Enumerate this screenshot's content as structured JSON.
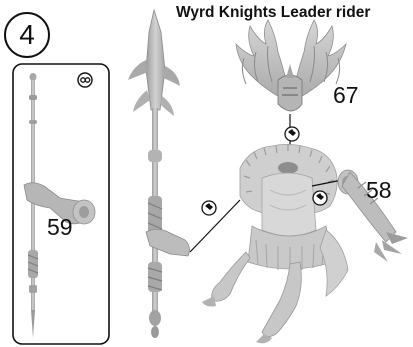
{
  "step": {
    "number": "4"
  },
  "title": "Wyrd Knights Leader rider",
  "parts": {
    "spear_in_box": "59",
    "head_wings": "67",
    "arm": "58"
  },
  "icons": {
    "clip_icon": "sprue-clip-icon",
    "glue_icon": "glue-icon"
  },
  "colors": {
    "model_grey": "#bdbdbd",
    "model_shadow": "#8d8d8d",
    "line": "#111111"
  }
}
